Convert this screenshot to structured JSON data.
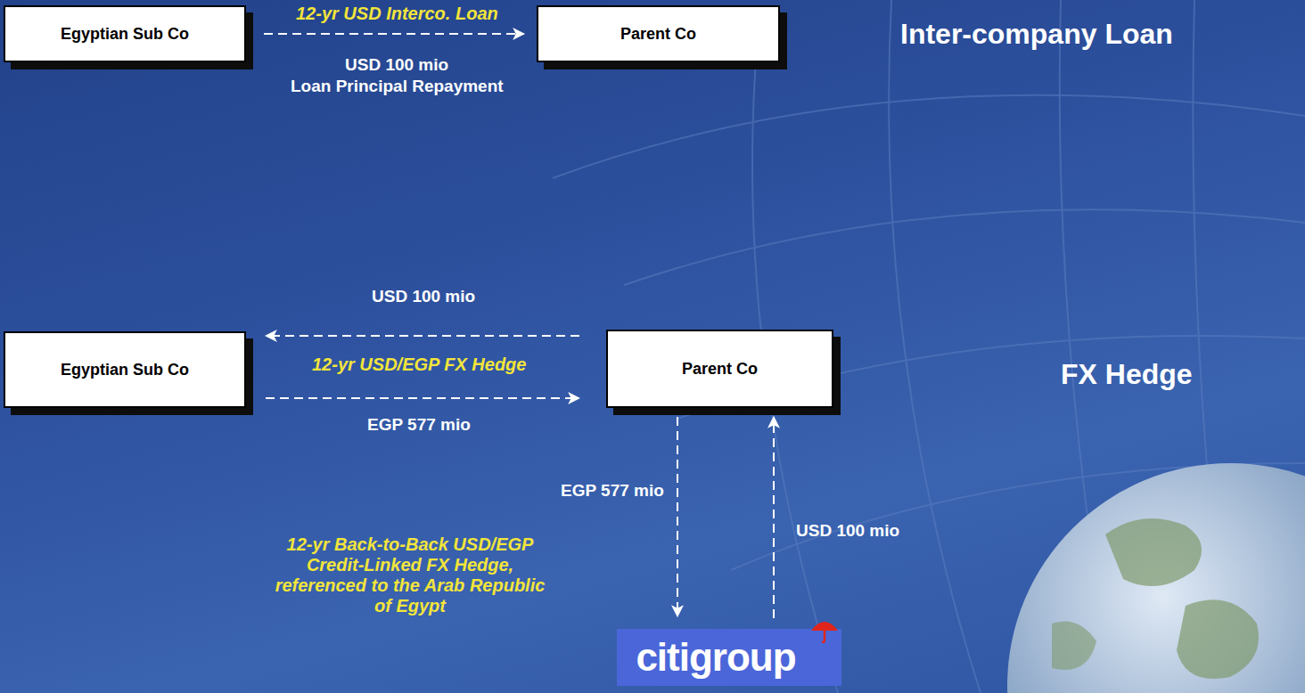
{
  "diagram": {
    "nodes": [
      {
        "text": [
          "Egyptian Sub Co"
        ]
      },
      {
        "text": [
          "Parent Co"
        ]
      },
      {
        "text": [
          "Egyptian Sub Co"
        ]
      },
      {
        "text": [
          "Parent Co"
        ]
      },
      {
        "text": [
          "citigroup"
        ]
      }
    ],
    "edges": [
      {
        "from": 0,
        "to": 1,
        "arrow": "to",
        "label": "12-yr USD Interco. Loan"
      },
      {
        "from": 3,
        "to": 2,
        "arrow": "to",
        "label": "USD 100 mio"
      },
      {
        "from": 2,
        "to": 3,
        "arrow": "to",
        "label": "EGP 577 mio"
      },
      {
        "from": 3,
        "to": 4,
        "arrow": "to",
        "label": "EGP 577 mio"
      },
      {
        "from": 4,
        "to": 3,
        "arrow": "to",
        "label": "USD 100 mio"
      }
    ],
    "labels": [
      "USD 100 mio",
      "Loan Principal Repayment",
      "Inter-company Loan",
      "12-yr USD/EGP FX Hedge",
      "FX Hedge",
      "12-yr Back-to-Back USD/EGP Credit-Linked FX Hedge, referenced to the Arab Republic of Egypt"
    ]
  }
}
